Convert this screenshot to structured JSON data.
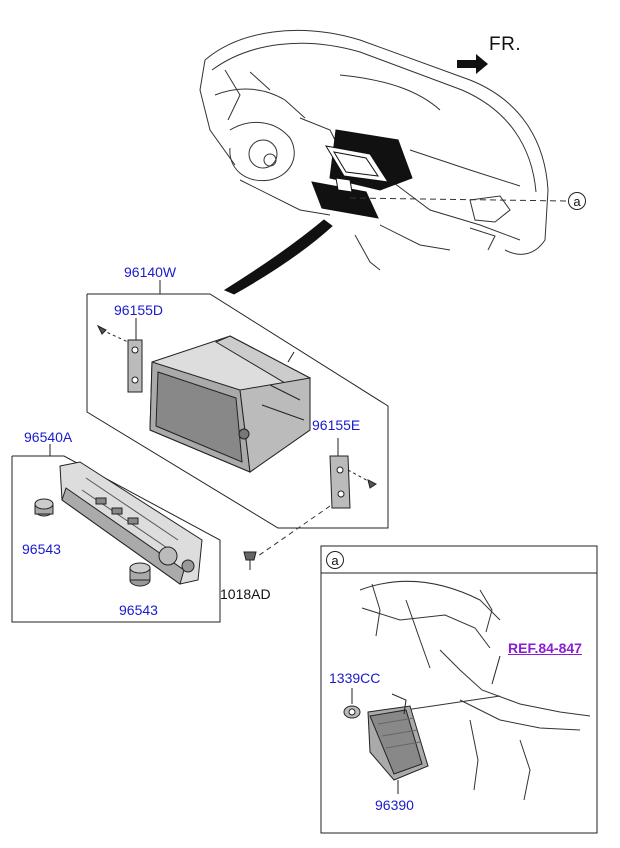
{
  "orientation": {
    "label": "FR."
  },
  "callout": {
    "marker": "a"
  },
  "labels": {
    "p96140W": "96140W",
    "p96155D": "96155D",
    "p96155E": "96155E",
    "p96540A": "96540A",
    "p96543_top": "96543",
    "p96543_bottom": "96543",
    "p1018AD": "1018AD",
    "p1339CC": "1339CC",
    "p96390": "96390",
    "ref": "REF.84-847"
  },
  "colors": {
    "part_number": "#1a1acc",
    "reference": "#8a1ed0",
    "line": "#222222"
  }
}
